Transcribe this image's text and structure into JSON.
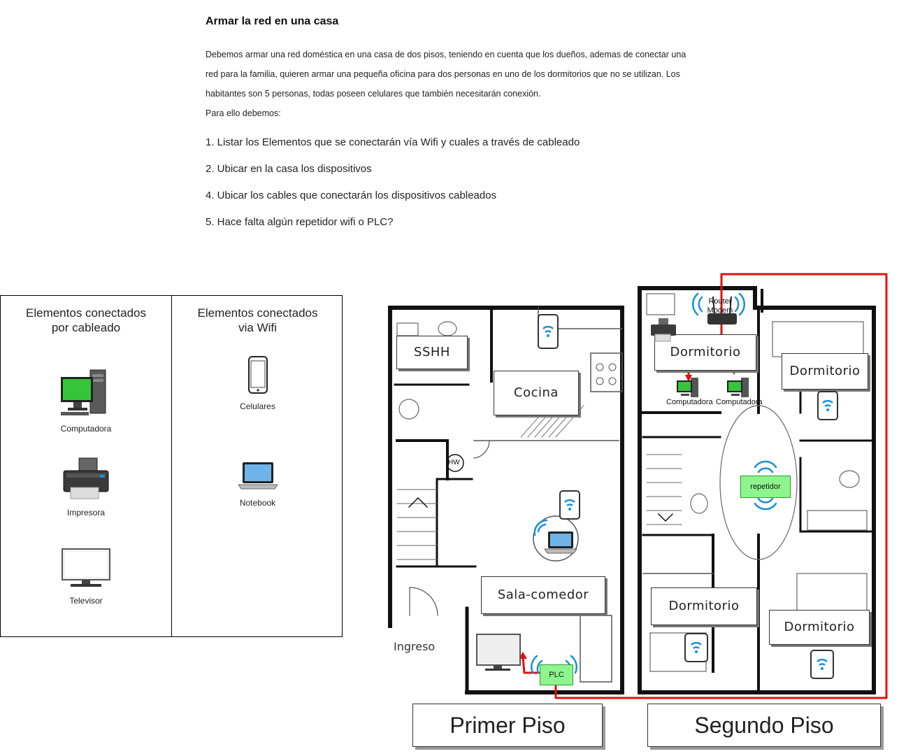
{
  "header": {
    "title": "Armar la red en una casa",
    "paragraph_lines": [
      "Debemos armar una red doméstica en una casa de dos pisos, teniendo en cuenta que los dueños, ademas de conectar una",
      "red para la familia, quieren armar una pequeña oficina para dos personas en uno de los dormitorios que no se utilizan. Los",
      "habitantes son 5 personas, todas poseen celulares que también necesitarán conexión.",
      "Para ello debemos:"
    ],
    "tasks": [
      "1. Listar los Elementos que se conectarán vía Wifi y cuales a través de cableado",
      "2. Ubicar en la casa los dispositivos",
      "4. Ubicar los cables que conectarán los dispositivos cableados",
      "5. Hace falta algún repetidor wifi o PLC?"
    ]
  },
  "legend": {
    "wired_title_line1": "Elementos conectados",
    "wired_title_line2": "por cableado",
    "wifi_title_line1": "Elementos conectados",
    "wifi_title_line2": "via Wifi",
    "wired_items": [
      "Computadora",
      "Impresora",
      "Televisor"
    ],
    "wifi_items": [
      "Celulares",
      "Notebook"
    ]
  },
  "floorplan": {
    "first_floor_caption": "Primer Piso",
    "second_floor_caption": "Segundo Piso",
    "rooms_first": [
      "SSHH",
      "Cocina",
      "Sala-comedor"
    ],
    "rooms_second": [
      "Dormitorio",
      "Dormitorio",
      "Dormitorio",
      "Dormitorio"
    ],
    "entrance_label": "Ingreso",
    "hw_label": "HW",
    "router_label_line1": "Router",
    "router_label_line2": "Modem",
    "computer_label_1": "Computadora",
    "computer_label_2": "Computadora",
    "repeater_label": "repetidor",
    "plc_label": "PLC"
  },
  "colors": {
    "cable": "#e01010",
    "wifi": "#1a8fd8",
    "device_green": "#8ef58e",
    "wall": "#111111"
  }
}
